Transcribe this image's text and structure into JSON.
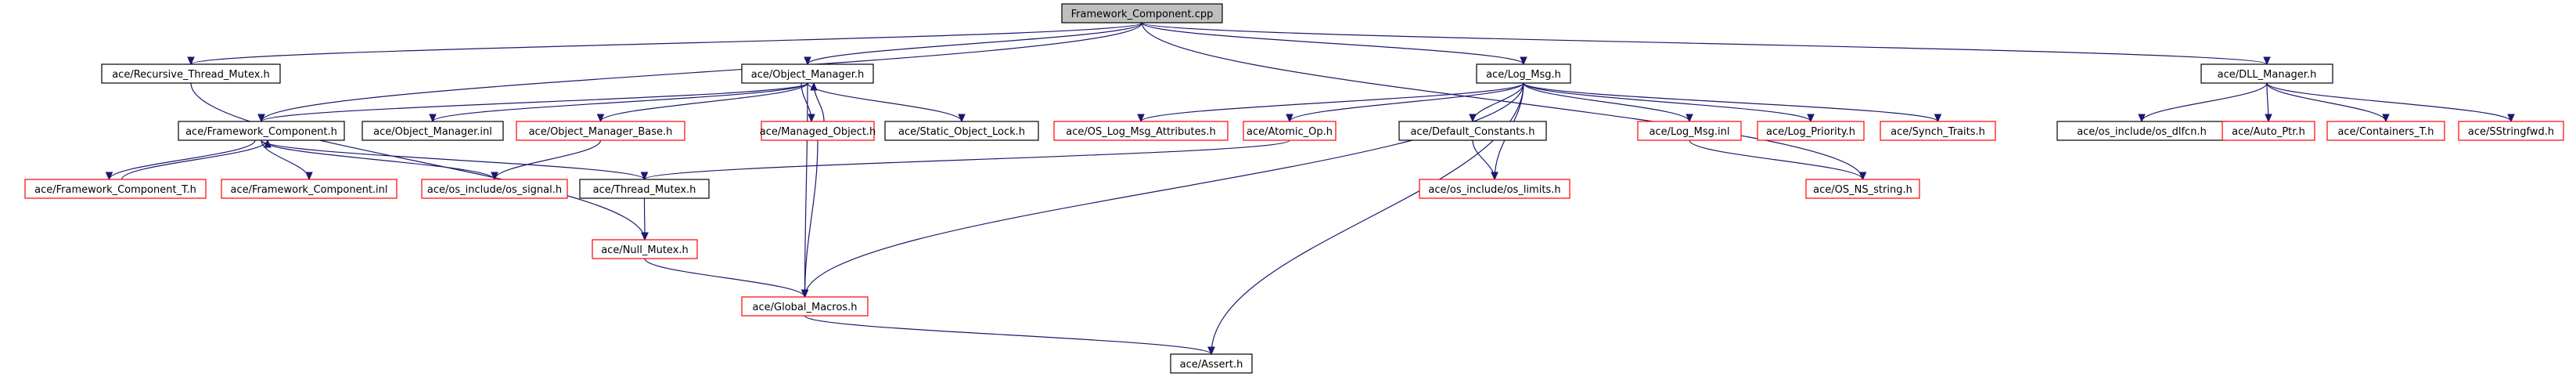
{
  "graph": {
    "nodes": [
      {
        "id": "fc_cpp",
        "label": "Framework_Component.cpp",
        "kind": "root"
      },
      {
        "id": "rtm",
        "label": "ace/Recursive_Thread_Mutex.h",
        "kind": "normal"
      },
      {
        "id": "om",
        "label": "ace/Object_Manager.h",
        "kind": "normal"
      },
      {
        "id": "lm",
        "label": "ace/Log_Msg.h",
        "kind": "normal"
      },
      {
        "id": "dll",
        "label": "ace/DLL_Manager.h",
        "kind": "normal"
      },
      {
        "id": "fch",
        "label": "ace/Framework_Component.h",
        "kind": "normal"
      },
      {
        "id": "ominl",
        "label": "ace/Object_Manager.inl",
        "kind": "normal"
      },
      {
        "id": "omb",
        "label": "ace/Object_Manager_Base.h",
        "kind": "incomplete"
      },
      {
        "id": "mo",
        "label": "ace/Managed_Object.h",
        "kind": "incomplete"
      },
      {
        "id": "sol",
        "label": "ace/Static_Object_Lock.h",
        "kind": "normal"
      },
      {
        "id": "olma",
        "label": "ace/OS_Log_Msg_Attributes.h",
        "kind": "incomplete"
      },
      {
        "id": "aop",
        "label": "ace/Atomic_Op.h",
        "kind": "incomplete"
      },
      {
        "id": "dc",
        "label": "ace/Default_Constants.h",
        "kind": "normal"
      },
      {
        "id": "lminl",
        "label": "ace/Log_Msg.inl",
        "kind": "incomplete"
      },
      {
        "id": "lp",
        "label": "ace/Log_Priority.h",
        "kind": "incomplete"
      },
      {
        "id": "st",
        "label": "ace/Synch_Traits.h",
        "kind": "incomplete"
      },
      {
        "id": "dlfcn",
        "label": "ace/os_include/os_dlfcn.h",
        "kind": "normal"
      },
      {
        "id": "ap",
        "label": "ace/Auto_Ptr.h",
        "kind": "incomplete"
      },
      {
        "id": "ct",
        "label": "ace/Containers_T.h",
        "kind": "incomplete"
      },
      {
        "id": "ssf",
        "label": "ace/SStringfwd.h",
        "kind": "incomplete"
      },
      {
        "id": "fct",
        "label": "ace/Framework_Component_T.h",
        "kind": "incomplete"
      },
      {
        "id": "fcinl",
        "label": "ace/Framework_Component.inl",
        "kind": "incomplete"
      },
      {
        "id": "sig",
        "label": "ace/os_include/os_signal.h",
        "kind": "incomplete"
      },
      {
        "id": "tm",
        "label": "ace/Thread_Mutex.h",
        "kind": "normal"
      },
      {
        "id": "lim",
        "label": "ace/os_include/os_limits.h",
        "kind": "incomplete"
      },
      {
        "id": "nss",
        "label": "ace/OS_NS_string.h",
        "kind": "incomplete"
      },
      {
        "id": "nm",
        "label": "ace/Null_Mutex.h",
        "kind": "incomplete"
      },
      {
        "id": "gm",
        "label": "ace/Global_Macros.h",
        "kind": "incomplete"
      },
      {
        "id": "as",
        "label": "ace/Assert.h",
        "kind": "normal"
      }
    ],
    "edges": [
      [
        "fc_cpp",
        "rtm"
      ],
      [
        "fc_cpp",
        "om"
      ],
      [
        "fc_cpp",
        "lm"
      ],
      [
        "fc_cpp",
        "dll"
      ],
      [
        "fc_cpp",
        "fch"
      ],
      [
        "fc_cpp",
        "nss"
      ],
      [
        "rtm",
        "nm"
      ],
      [
        "om",
        "fch"
      ],
      [
        "om",
        "ominl"
      ],
      [
        "om",
        "omb"
      ],
      [
        "om",
        "mo"
      ],
      [
        "om",
        "sol"
      ],
      [
        "om",
        "gm"
      ],
      [
        "mo",
        "om"
      ],
      [
        "mo",
        "gm"
      ],
      [
        "omb",
        "sig"
      ],
      [
        "fch",
        "fct"
      ],
      [
        "fch",
        "fcinl"
      ],
      [
        "fch",
        "sig"
      ],
      [
        "fch",
        "tm"
      ],
      [
        "fct",
        "fch"
      ],
      [
        "lm",
        "olma"
      ],
      [
        "lm",
        "aop"
      ],
      [
        "lm",
        "dc"
      ],
      [
        "lm",
        "lminl"
      ],
      [
        "lm",
        "lp"
      ],
      [
        "lm",
        "st"
      ],
      [
        "lm",
        "lim"
      ],
      [
        "lm",
        "gm"
      ],
      [
        "lm",
        "as"
      ],
      [
        "aop",
        "tm"
      ],
      [
        "dc",
        "lim"
      ],
      [
        "lminl",
        "nss"
      ],
      [
        "dll",
        "dlfcn"
      ],
      [
        "dll",
        "ap"
      ],
      [
        "dll",
        "ct"
      ],
      [
        "dll",
        "ssf"
      ],
      [
        "tm",
        "nm"
      ],
      [
        "nm",
        "gm"
      ],
      [
        "gm",
        "as"
      ]
    ]
  },
  "colors": {
    "root_fill": "#bfbfbf",
    "normal_border": "#000000",
    "incomplete_border": "#ff0000",
    "edge": "#191970",
    "background": "#ffffff"
  }
}
